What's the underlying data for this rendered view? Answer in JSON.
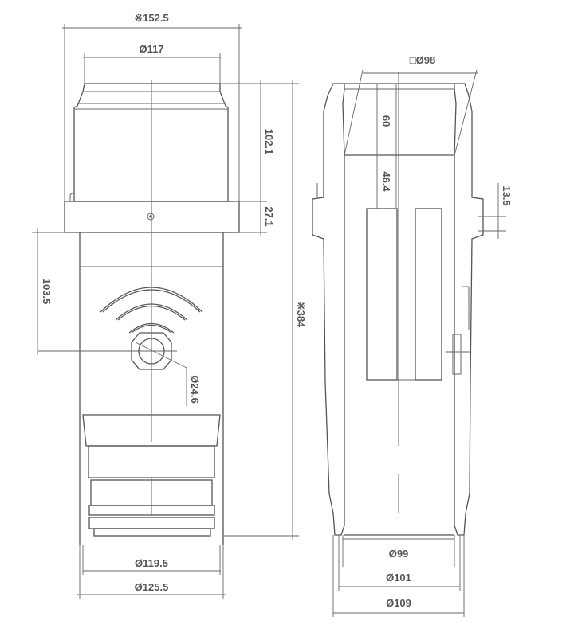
{
  "front_view": {
    "dimensions": {
      "overall_width": "※152.5",
      "top_diameter": "Ø117",
      "upper_height": "102.1",
      "flange_height": "27.1",
      "total_height": "※384",
      "hole_offset": "103.5",
      "hole_diameter": "Ø24.6",
      "lower_inner_diameter": "Ø119.5",
      "lower_outer_diameter": "Ø125.5"
    }
  },
  "section_view": {
    "dimensions": {
      "top_square": "□Ø98",
      "top_depth": "60",
      "inner_depth": "46.4",
      "flange_thickness": "13.5",
      "bottom_inner": "Ø99",
      "bottom_mid": "Ø101",
      "bottom_outer": "Ø109"
    }
  },
  "colors": {
    "line": "#555555",
    "background": "#ffffff"
  }
}
